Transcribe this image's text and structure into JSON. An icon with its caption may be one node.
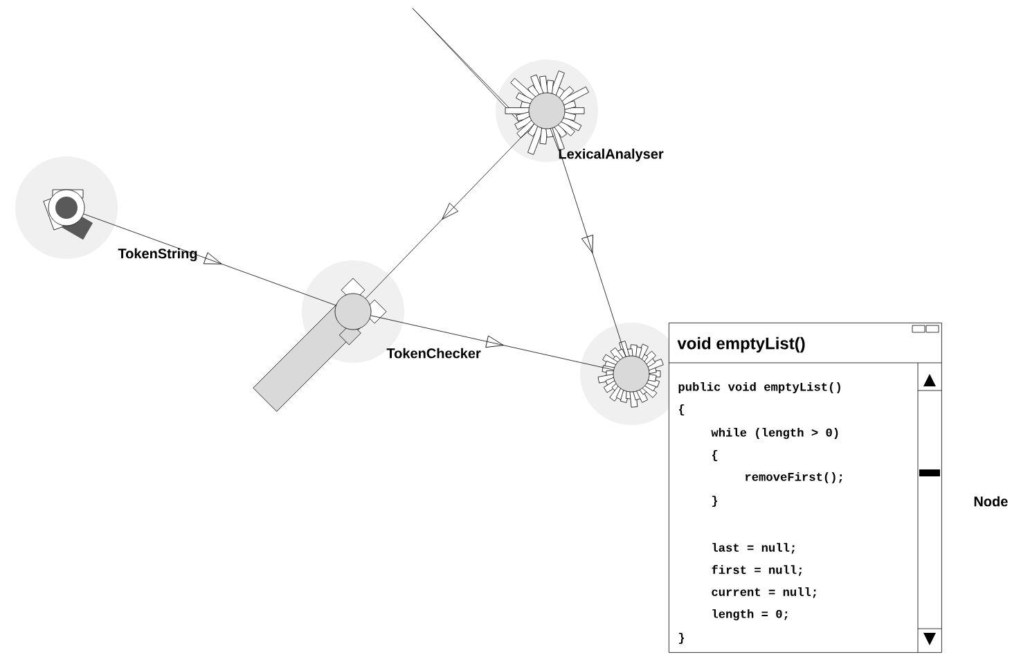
{
  "diagram": {
    "nodes": [
      {
        "text": [
          "TokenString"
        ]
      },
      {
        "text": [
          "LexicalAnalyser"
        ]
      },
      {
        "text": [
          "TokenChecker"
        ]
      },
      {
        "text": [],
        "shape": "circle"
      },
      {
        "text": [
          "void emptyList()",
          "public void emptyList()",
          "{",
          "while (length > 0)",
          "{",
          "removeFirst();",
          "}",
          "last = null;",
          "first = null;",
          "current = null;",
          "length = 0;",
          "}"
        ]
      }
    ],
    "edges": [
      {
        "from": 0,
        "to": 2,
        "arrow": "to"
      },
      {
        "from": 1,
        "to": 2,
        "arrow": "to"
      },
      {
        "from": 1,
        "to": 3,
        "arrow": "to"
      },
      {
        "from": 2,
        "to": 3,
        "arrow": "to"
      }
    ],
    "labels": [
      "Node"
    ]
  }
}
